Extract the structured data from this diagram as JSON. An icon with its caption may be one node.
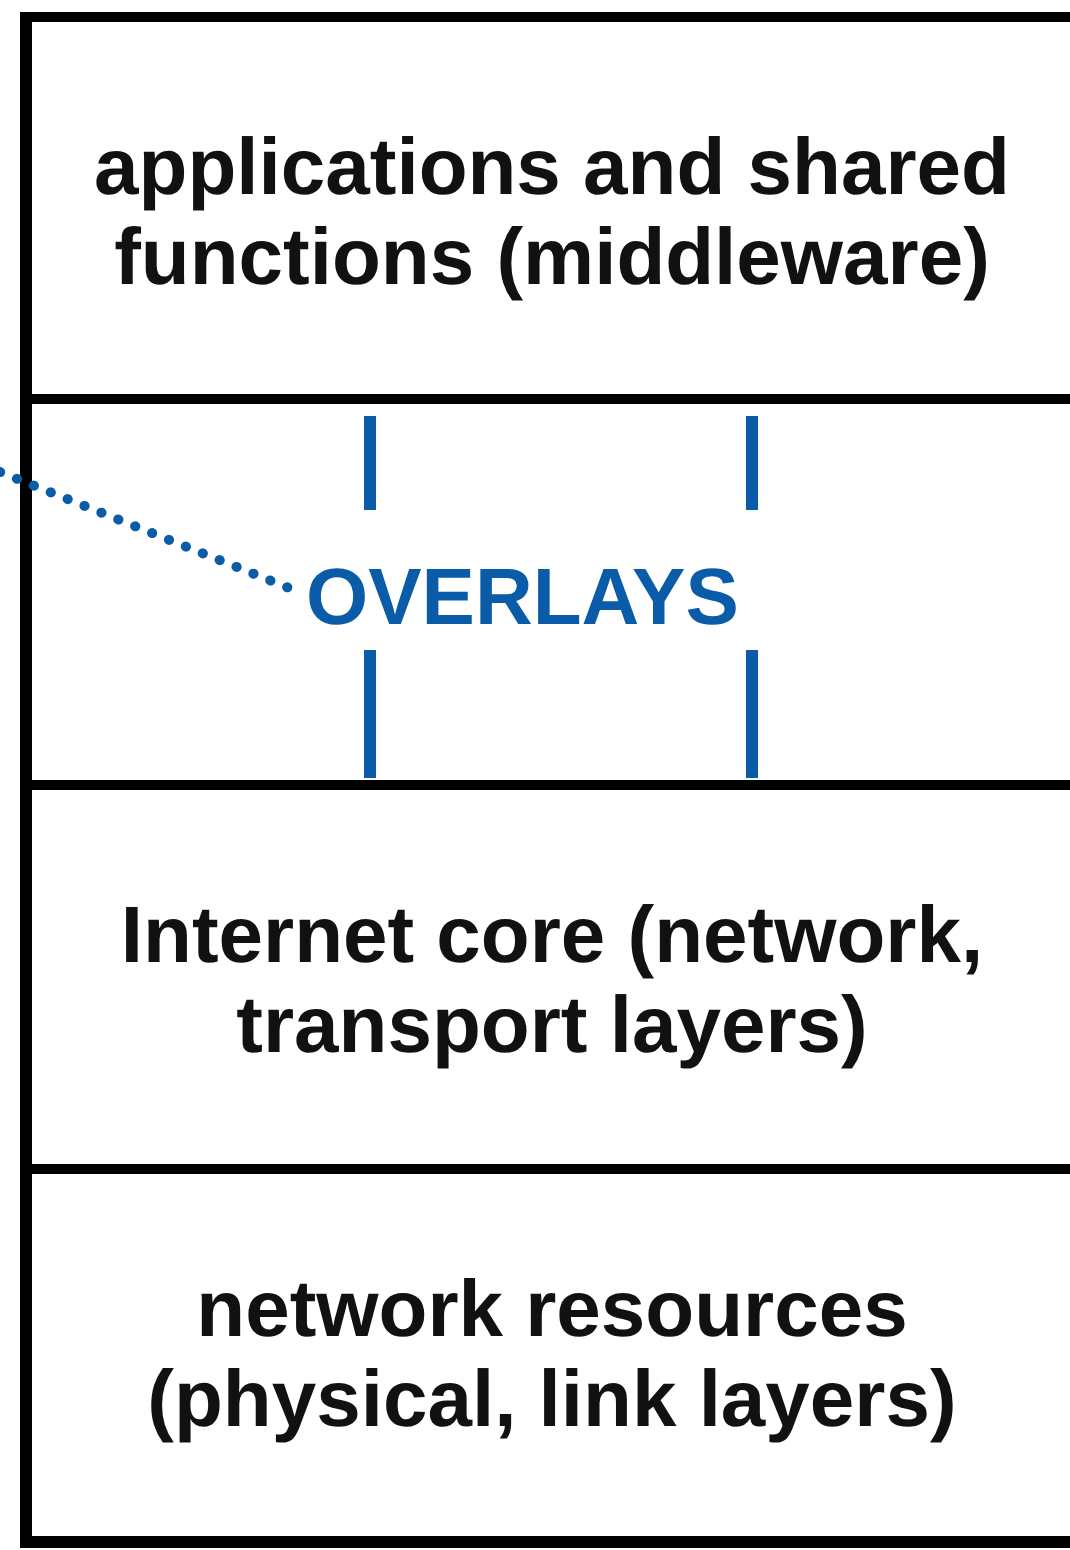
{
  "diagram": {
    "nodes": [
      {
        "text": [
          "applications and shared functions (middleware)"
        ]
      },
      {
        "text": [],
        "shape": "box"
      },
      {
        "text": [
          "OVERLAYS"
        ],
        "in": 1
      },
      {
        "text": [
          "Internet core (network, transport layers)"
        ]
      },
      {
        "text": [
          "network resources (physical, link layers)"
        ]
      }
    ],
    "edges": [
      {
        "from": null,
        "to": 2,
        "arrow": "none",
        "style": "dashed",
        "color": "#0b5ca8"
      }
    ]
  }
}
